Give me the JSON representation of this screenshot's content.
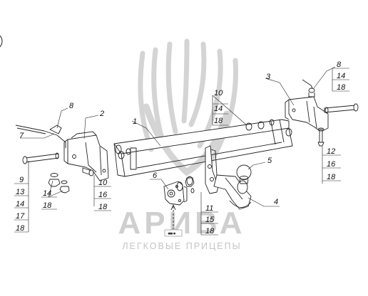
{
  "watermark": {
    "brand": "АРИВА",
    "tagline": "ЛЕГКОВЫЕ ПРИЦЕПЫ"
  },
  "callouts": {
    "c1": "1",
    "c2": "2",
    "c3": "3",
    "c4": "4",
    "c5": "5",
    "c6": "6",
    "c7": "7",
    "c8_left": "8",
    "c8_right": "8",
    "c9": "9",
    "c10_left": "10",
    "c10_center": "10",
    "c11": "11",
    "c12": "12",
    "c13": "13",
    "c14_left": "14",
    "c14_mid": "14",
    "c14_center": "14",
    "c14_right": "14",
    "c15": "15",
    "c16_left": "16",
    "c16_right": "16",
    "c17": "17",
    "c18_left": "18",
    "c18_left2": "18",
    "c18_mid": "18",
    "c18_center": "18",
    "c18_center2": "18",
    "c18_right": "18",
    "c18_right2": "18"
  },
  "colors": {
    "line": "#222222",
    "watermark": "#cfcfcf"
  }
}
